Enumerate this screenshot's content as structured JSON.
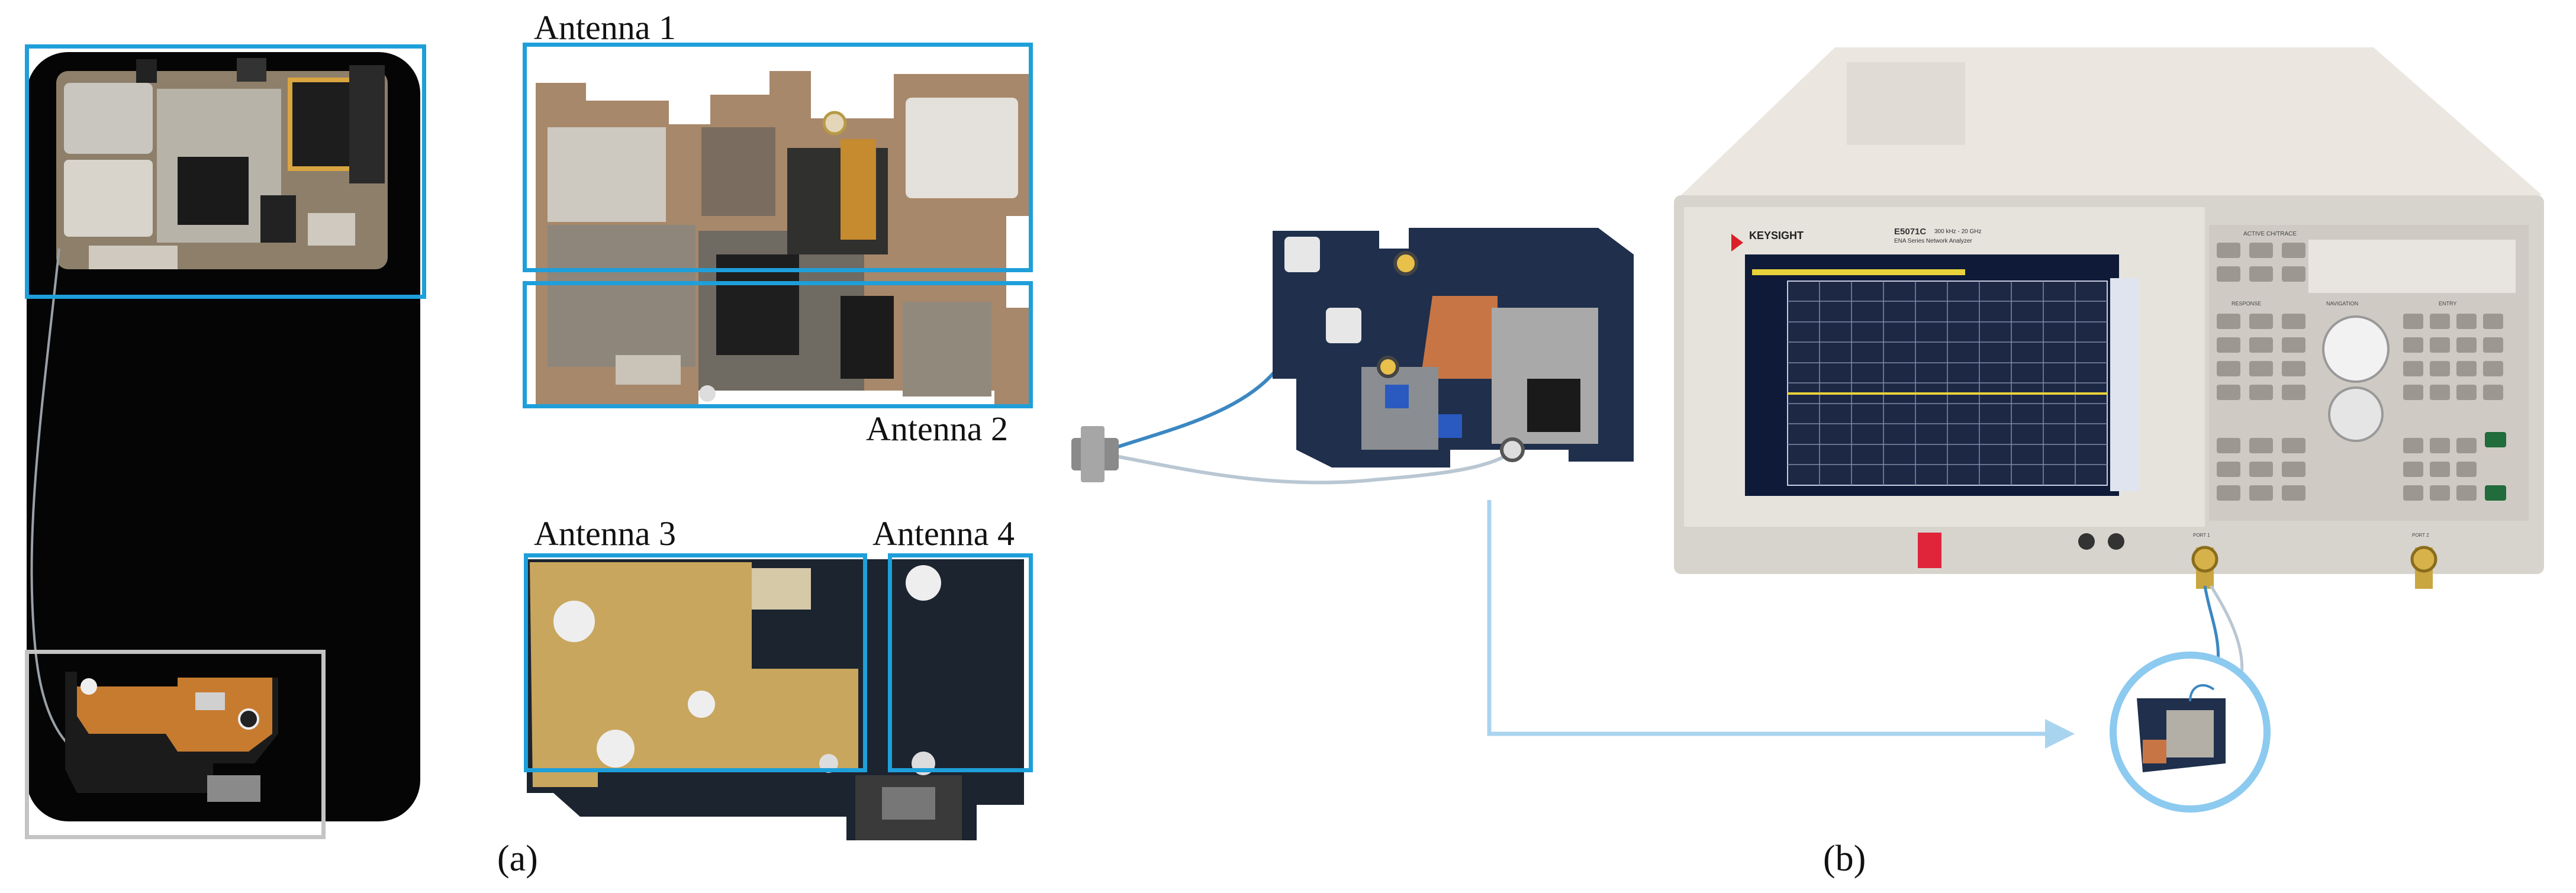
{
  "labels": {
    "antenna1": "Antenna 1",
    "antenna2": "Antenna 2",
    "antenna3": "Antenna 3",
    "antenna4": "Antenna 4"
  },
  "captions": {
    "a": "(a)",
    "b": "(b)"
  },
  "analyzer": {
    "brand": "KEYSIGHT",
    "model": "E5071C",
    "range": "300 kHz - 20 GHz",
    "subtitle": "ENA Series Network Analyzer",
    "active_label": "ACTIVE CH/TRACE",
    "response_label": "RESPONSE",
    "navigation_label": "NAVIGATION",
    "entry_label": "ENTRY",
    "port1": "PORT 1",
    "port2": "PORT 2"
  },
  "colors": {
    "box": "#1e9fda",
    "phone_box": "#c4c4c4",
    "arrow": "#a9d4ef"
  }
}
